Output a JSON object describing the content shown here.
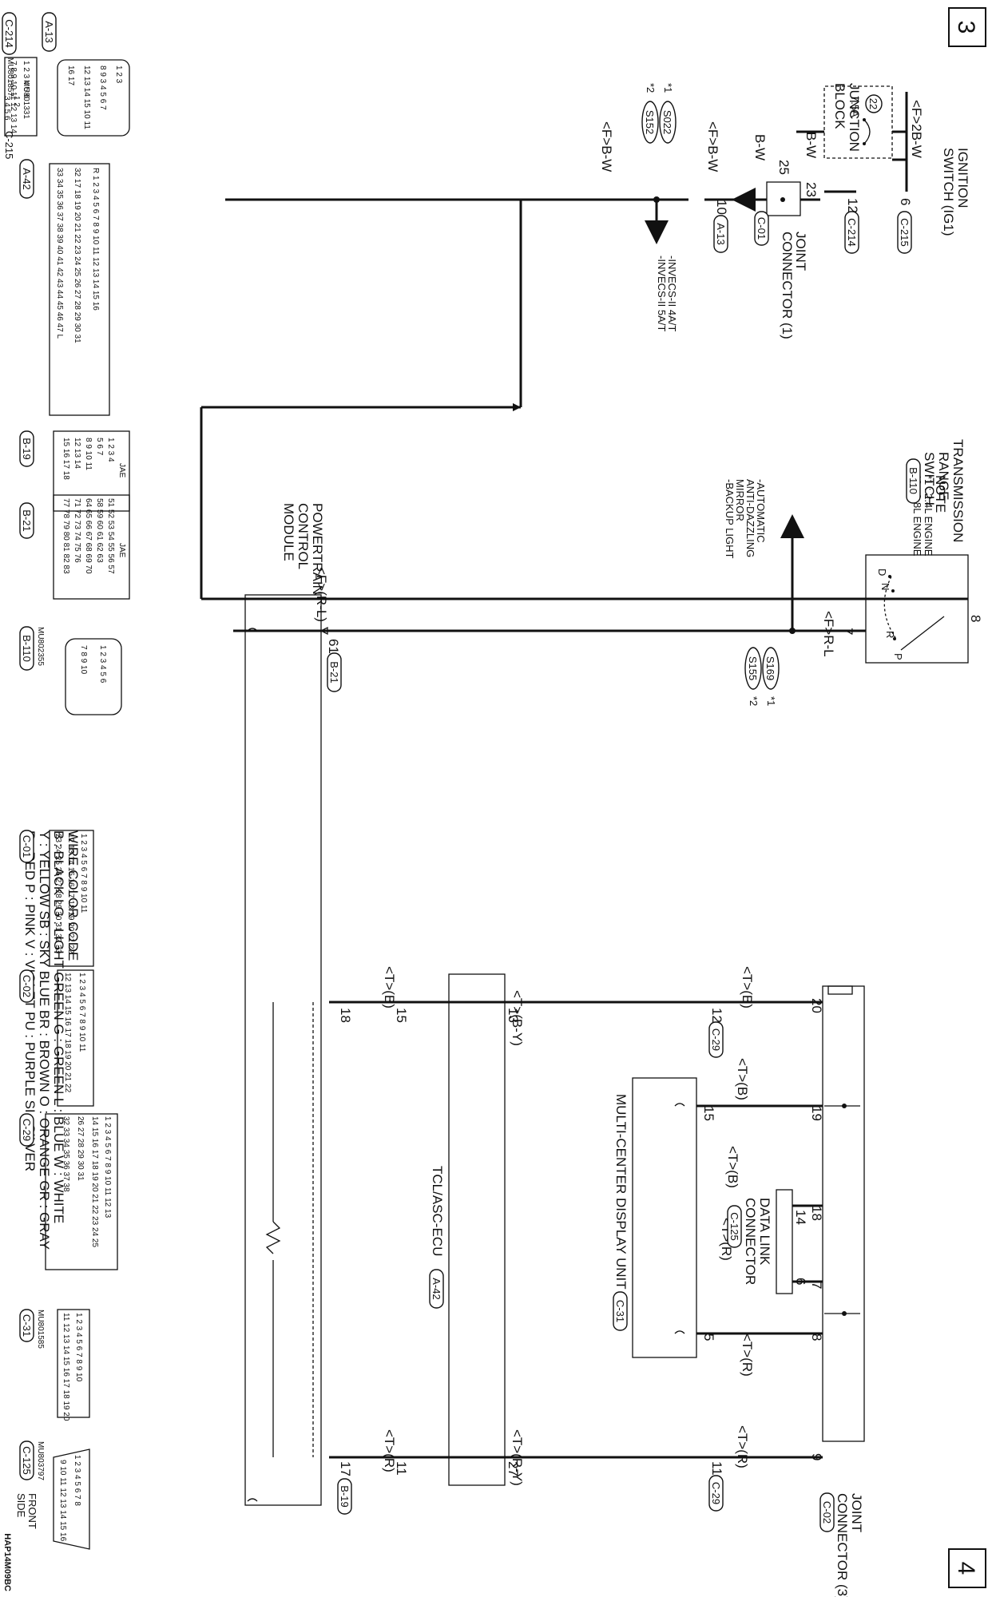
{
  "page": {
    "prev": "3",
    "next": "4",
    "doc_code": "HAP14M09BC"
  },
  "note": {
    "title": "NOTE",
    "items": [
      "*1 : 2.4L ENGINE",
      "*2 : 3.8L ENGINE"
    ]
  },
  "ignition": {
    "name1": "IGNITION",
    "name2": "SWITCH (IG1)",
    "wire": "<F>2B-W",
    "pin": "6",
    "connector": "C-215",
    "fuse_no": "22",
    "fuse_rating": "7.5A"
  },
  "junction_block": {
    "name1": "JUNCTION",
    "name2": "BLOCK",
    "pin": "12",
    "connector": "C-214",
    "wire": "B-W"
  },
  "joint_connector_1": {
    "name1": "JOINT",
    "name2": "CONNECTOR (1)",
    "connector": "C-01",
    "pin_in": "23",
    "pin_out": "25",
    "wire_in": "B-W",
    "wire_out": "B-W"
  },
  "a13_pin": {
    "pin": "10",
    "connector": "A-13",
    "wire": "<F>B-W"
  },
  "splice_upper": {
    "wire": "<F>B-W",
    "s1": "S022",
    "s2": "S152",
    "m1": "*1",
    "m2": "*2"
  },
  "invecs": [
    "-INVECS-II 4A/T",
    "-INVECS-II 5A/T"
  ],
  "transmission_switch": {
    "name1": "TRANSMISSION",
    "name2": "RANGE",
    "name3": "SWITCH",
    "connector": "B-110",
    "pin_in": "8",
    "pin_out": "7",
    "pos_d": "D",
    "pos_n": "N",
    "pos_r": "R",
    "pos_p": "P"
  },
  "mirror_list": [
    "-AUTOMATIC",
    "ANTI-DAZZLING",
    "MIRROR",
    "-BACKUP LIGHT"
  ],
  "splice_lower": {
    "wire": "<F>R-L",
    "s1": "S169",
    "s2": "S155",
    "m1": "*1",
    "m2": "*2"
  },
  "pcm": {
    "name1": "POWERTRAIN",
    "name2": "CONTROL",
    "name3": "MODULE",
    "wire": "<F>(R-L)",
    "pin": "61",
    "connector": "B-21"
  },
  "can": {
    "joint3_name1": "JOINT",
    "joint3_name2": "CONNECTOR (3)",
    "joint3_conn": "C-02",
    "j3_pins": [
      "20",
      "19",
      "18",
      "7",
      "8",
      "9"
    ],
    "wires_top": [
      "<T>(B)",
      "<T>(B)",
      "<T>(B)",
      "<T>(R)",
      "<T>(R)",
      "<T>(R)"
    ],
    "c29_pin_b": "12",
    "c29_pin_r": "11",
    "c29": "C-29",
    "ecu_wire_b": "<T>(B-Y)",
    "ecu_wire_r": "<T>(R-Y)",
    "ecu_pin_b": "13",
    "ecu_pin_r": "27",
    "mcdu_name": "MULTI-CENTER DISPLAY UNIT",
    "mcdu_conn": "C-31",
    "mcdu_pin_b": "15",
    "mcdu_pin_r": "5",
    "dlc_name1": "DATA LINK",
    "dlc_name2": "CONNECTOR",
    "dlc_conn": "C-125",
    "dlc_pin_b": "14",
    "dlc_pin_r": "6",
    "tcl_name": "TCL/ASC-ECU",
    "tcl_conn": "A-42",
    "tcl_pin_b": "15",
    "tcl_pin_r": "11",
    "pcm_pin_b": "18",
    "pcm_pin_r": "17",
    "pcm_conn": "B-19",
    "pcm_wire_b": "<T>(B)",
    "pcm_wire_r": "<T>(R)"
  },
  "wire_color_code": {
    "title": "WIRE COLOR CODE",
    "rows": [
      "B : BLACK   LG : LIGHT GREEN   G : GREEN   L : BLUE   W : WHITE",
      "Y : YELLOW   SB : SKY BLUE   BR : BROWN   O : ORANGE   GR : GRAY",
      "R : RED   P : PINK   V : VIOLET   PU : PURPLE   SI : SILVER"
    ]
  },
  "connector_views": {
    "a13": {
      "tag": "A-13",
      "rows": [
        "1 2 3",
        "8 9 3 4 5 6 7",
        "12 13 14 15 10 11",
        "16 17"
      ]
    },
    "c214": {
      "tag": "C-214",
      "code": "MU801857",
      "rows": [
        "1 2 3   4 5 6",
        "7 8 9 10 11 12 13 14"
      ]
    },
    "c215": {
      "tag": "C-215",
      "code": "MU801331",
      "rows": [
        "1   2",
        "3 4 5 6"
      ]
    },
    "a42": {
      "tag": "A-42",
      "rows": [
        "R 1  2 3 4 5 6 7 8 9 10 11 12 13 14 15  16",
        "32  17 18 19 20 21 22 23 24 25 26 27 28 29 30 31",
        "33 34 35 36 37 38 39 40 41 42 43 44 45 46  47  L"
      ]
    },
    "b19": {
      "tag": "B-19",
      "hdr": "JAE",
      "rows": [
        "1 2 3 4",
        "5 6 7",
        "8 9 10 11",
        "12 13 14",
        "15 16 17 18"
      ]
    },
    "b21": {
      "tag": "B-21",
      "hdr": "JAE",
      "rows": [
        "51 52 53 54 55 56  57",
        "58 59 60 61 62  63",
        "64 65 66 67 68 69  70",
        "71 72 73 74 75  76",
        "77 78 79 80 81 82  83"
      ]
    },
    "b110": {
      "tag": "B-110",
      "code": "MU802355",
      "rows": [
        "1 2 3 4 5 6",
        "7 8 9 10"
      ]
    },
    "c01": {
      "tag": "C-01",
      "rows": [
        "1 2 3 4 5 6 7 8 9 10 11",
        "12 13 14 15 16 17 18 19 20 21 22",
        "23 24 25 26 27 28 29 30 31 32 33"
      ]
    },
    "c02": {
      "tag": "C-02",
      "rows": [
        "1 2 3 4 5 6 7 8 9 10 11",
        "12 13 14 15 16 17 18 19 20 21 22"
      ]
    },
    "c29": {
      "tag": "C-29",
      "rows": [
        "1 2 3   4 5 6 7 8 9 10   11 12 13",
        "14 15 16 17 18 19 20 21 22 23 24 25",
        "26 27 28   29   30 31",
        "32 33   34   35   36 37   38"
      ]
    },
    "c31": {
      "tag": "C-31",
      "code": "MU801585",
      "rows": [
        "1 2 3 4 5 6 7 8 9 10",
        "11 12 13 14 15 16 17 18 19 20"
      ]
    },
    "c125": {
      "tag": "C-125",
      "code": "MU803797",
      "side1": "FRONT",
      "side2": "SIDE",
      "rows": [
        "1 2 3 4 5 6 7 8",
        "9 10 11 12 13 14 15 16"
      ]
    }
  }
}
